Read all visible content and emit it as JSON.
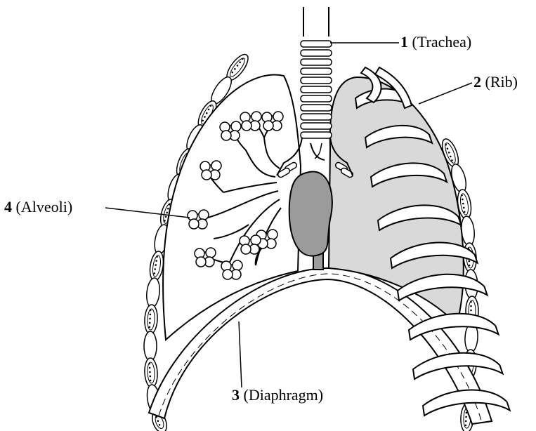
{
  "labels": [
    {
      "id": "trachea",
      "number": "1",
      "text": "(Trachea)"
    },
    {
      "id": "rib",
      "number": "2",
      "text": "(Rib)"
    },
    {
      "id": "diaphragm",
      "number": "3",
      "text": "(Diaphragm)"
    },
    {
      "id": "alveoli",
      "number": "4",
      "text": "(Alveoli)"
    }
  ],
  "colors": {
    "stroke": "#000000",
    "lung_fill": "#d9d9d9",
    "heart_fill": "#9b9b9b",
    "background": "#ffffff"
  }
}
